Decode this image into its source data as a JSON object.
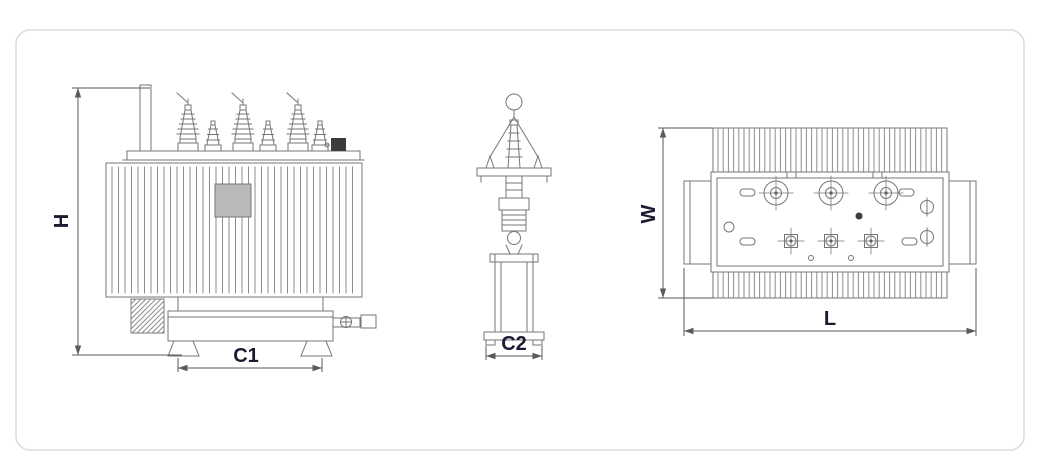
{
  "labels": {
    "front_height": "H",
    "front_width": "C1",
    "side_width": "C2",
    "top_depth": "W",
    "top_length": "L"
  },
  "colors": {
    "background": "#ffffff",
    "panel_border": "#dbdbdb",
    "drawing_line": "#767676",
    "fin_line": "#8d8d8d",
    "dimension_line": "#5a5a5a",
    "label": "#1a1a32",
    "nameplate_fill": "#b9b9b9"
  }
}
